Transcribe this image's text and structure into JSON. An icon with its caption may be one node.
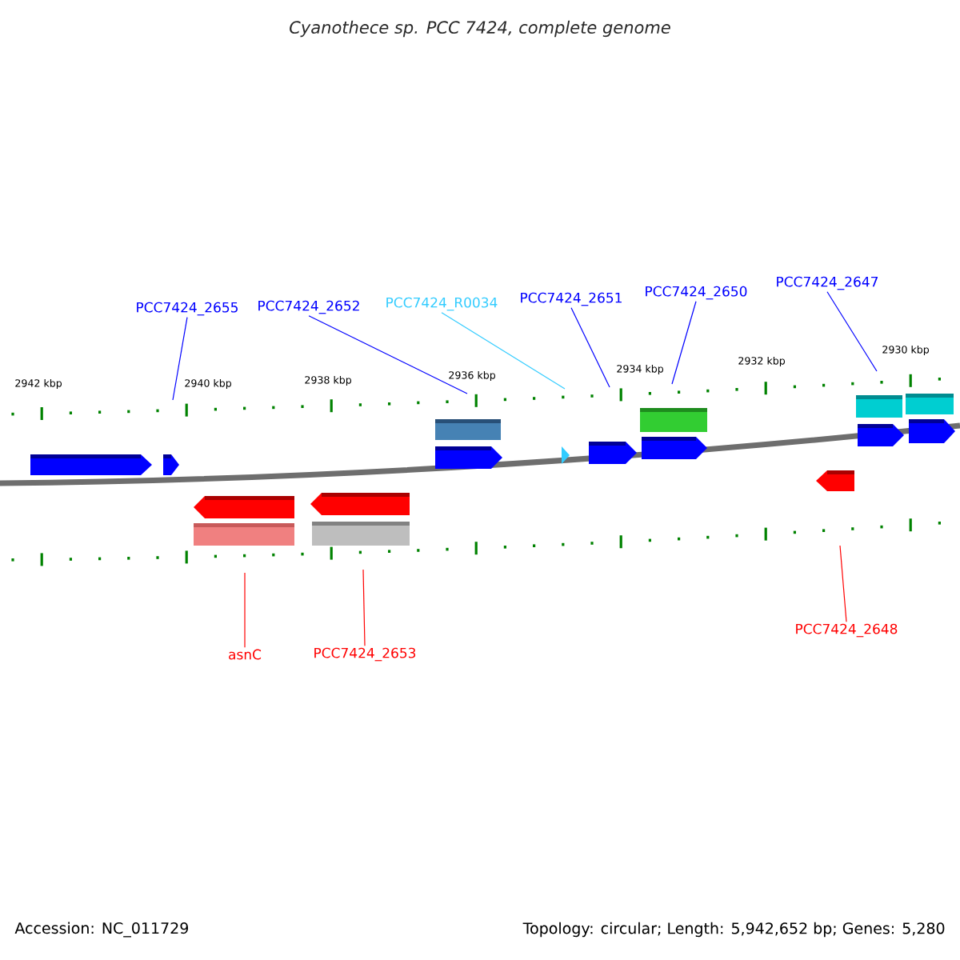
{
  "diagram": {
    "title": "Cyanothece sp. PCC 7424, complete genome",
    "nodes": [
      {
        "text": [
          "PCC7424_2655"
        ]
      },
      {
        "text": [
          "PCC7424_2652"
        ]
      },
      {
        "text": [
          "PCC7424_R0034"
        ]
      },
      {
        "text": [
          "PCC7424_2651"
        ]
      },
      {
        "text": [
          "PCC7424_2650"
        ]
      },
      {
        "text": [
          "PCC7424_2647"
        ]
      },
      {
        "text": [
          "asnC"
        ]
      },
      {
        "text": [
          "PCC7424_2653"
        ]
      },
      {
        "text": [
          "PCC7424_2648"
        ]
      }
    ],
    "edges": [
      {
        "from": 0,
        "to": null,
        "arrow": "none"
      },
      {
        "from": 1,
        "to": null,
        "arrow": "none"
      },
      {
        "from": 2,
        "to": null,
        "arrow": "none",
        "color": "#33ccff"
      },
      {
        "from": 3,
        "to": null,
        "arrow": "none"
      },
      {
        "from": 4,
        "to": null,
        "arrow": "none"
      },
      {
        "from": 5,
        "to": null,
        "arrow": "none"
      },
      {
        "from": 6,
        "to": null,
        "arrow": "none",
        "color": "#ff0000"
      },
      {
        "from": 7,
        "to": null,
        "arrow": "none",
        "color": "#ff0000"
      },
      {
        "from": 8,
        "to": null,
        "arrow": "none",
        "color": "#ff0000"
      }
    ],
    "labels": [
      "2942 kbp",
      "2940 kbp",
      "2938 kbp",
      "2936 kbp",
      "2934 kbp",
      "2932 kbp",
      "2930 kbp",
      "Accession: NC_011729",
      "Topology: circular; Length: 5,942,652 bp; Genes: 5,280"
    ]
  }
}
